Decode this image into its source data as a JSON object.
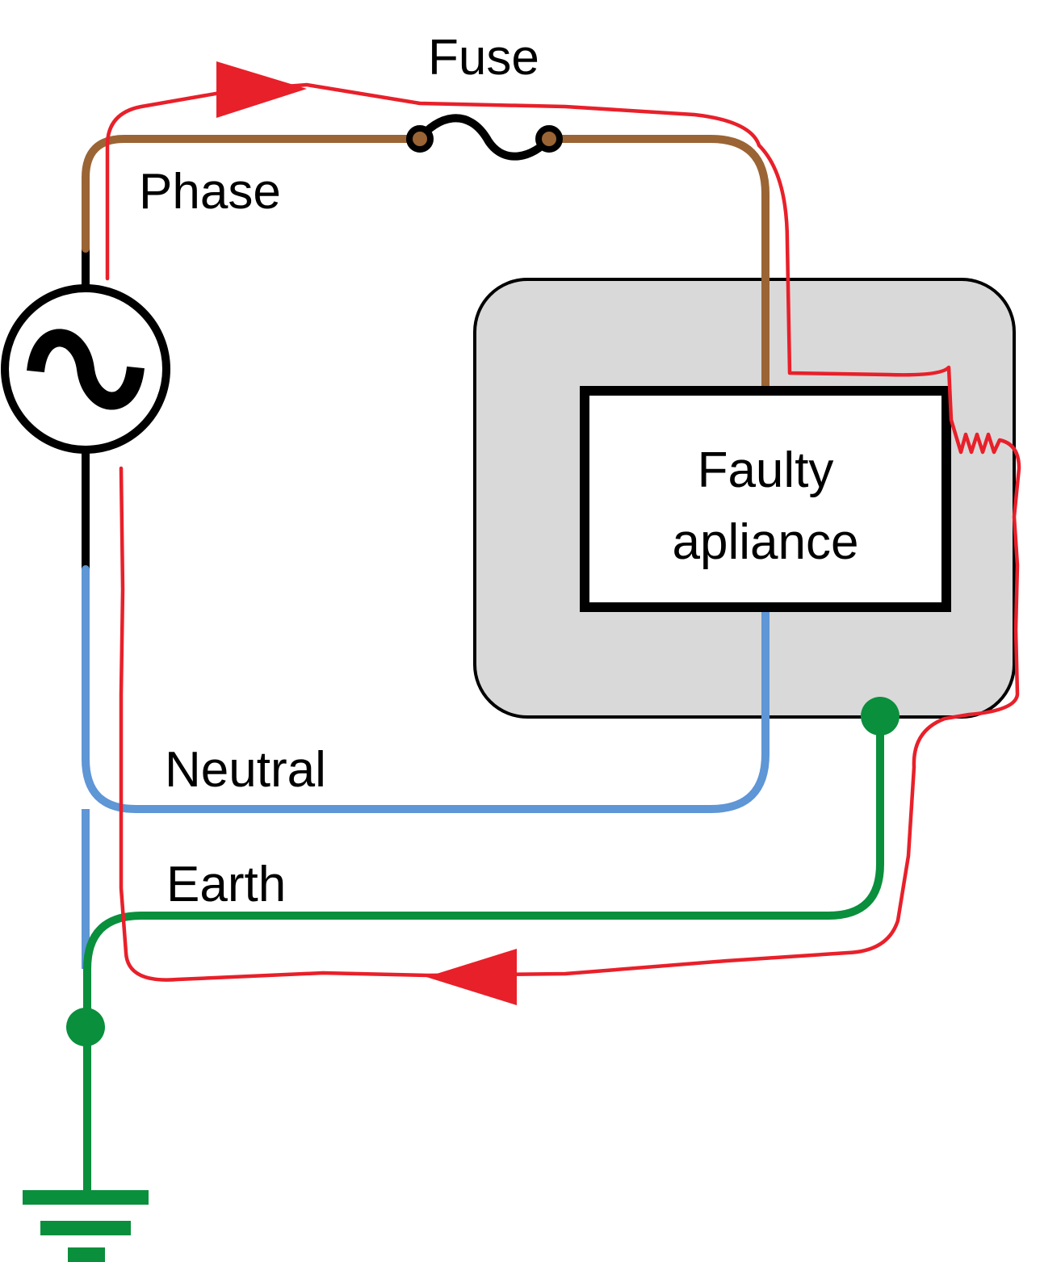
{
  "labels": {
    "fuse": "Fuse",
    "phase": "Phase",
    "neutral": "Neutral",
    "earth": "Earth",
    "appliance_line1": "Faulty",
    "appliance_line2": "apliance"
  },
  "colors": {
    "phase_wire": "#9b6434",
    "neutral_wire": "#5e96d6",
    "earth_wire": "#0a8f3c",
    "fault_current": "#e8202a",
    "appliance_casing": "#d9d9d9",
    "outline": "#000000",
    "background": "#ffffff"
  },
  "icons": {
    "source": "ac-source-icon",
    "fuse": "fuse-icon",
    "ground": "ground-icon"
  }
}
